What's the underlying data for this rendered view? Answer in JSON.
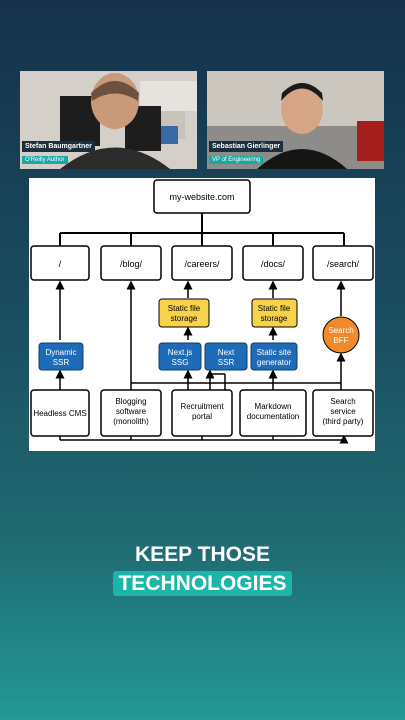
{
  "videos": [
    {
      "name": "Stefan Baumgartner",
      "role": "O'Reilly Author"
    },
    {
      "name": "Sebastian Gierlinger",
      "role": "VP of Engineering"
    }
  ],
  "diagram": {
    "root": "my-website.com",
    "routes": [
      "/",
      "/blog/",
      "/careers/",
      "/docs/",
      "/search/"
    ],
    "storage": [
      "Static file",
      "storage"
    ],
    "middle": {
      "dynamic": [
        "Dynamic",
        "SSR"
      ],
      "nextssg": [
        "Next.js",
        "SSG"
      ],
      "nextssr": [
        "Next",
        "SSR"
      ],
      "ssg": [
        "Static site",
        "generator"
      ],
      "bff": [
        "Search",
        "BFF"
      ]
    },
    "sources": {
      "cms": [
        "Headless CMS"
      ],
      "blog": [
        "Blogging",
        "software",
        "(monolith)"
      ],
      "recruit": [
        "Recruitment",
        "portal"
      ],
      "markdown": [
        "Markdown",
        "documentation"
      ],
      "search": [
        "Search",
        "service",
        "(third party)"
      ]
    }
  },
  "headline": {
    "line1": "KEEP THOSE",
    "line2": "TECHNOLOGIES"
  },
  "colors": {
    "blue": "#1e6bb8",
    "yellow": "#f7d24a",
    "orange": "#f08a2a",
    "teal": "#1db4aa"
  }
}
